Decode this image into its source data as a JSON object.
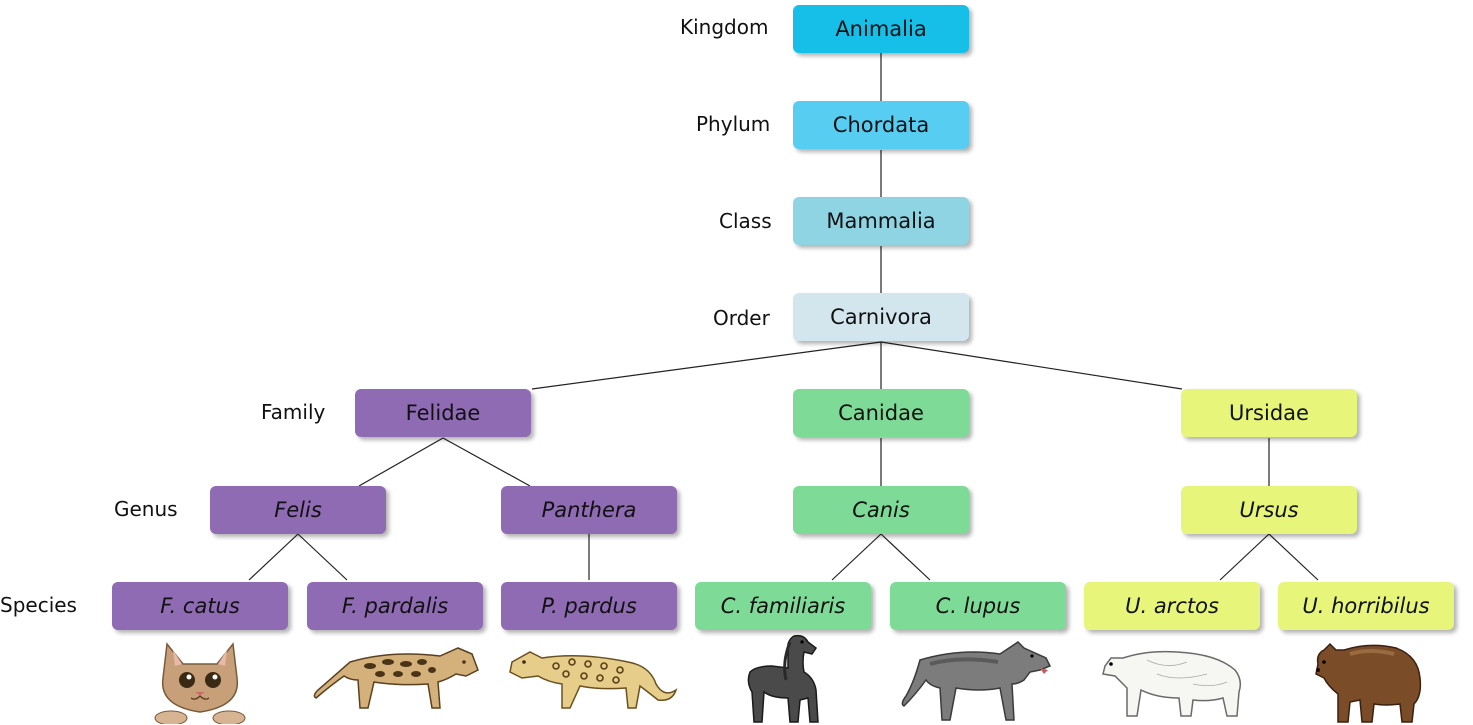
{
  "ranks": {
    "kingdom": "Kingdom",
    "phylum": "Phylum",
    "class": "Class",
    "order": "Order",
    "family": "Family",
    "genus": "Genus",
    "species": "Species"
  },
  "kingdom": {
    "label": "Animalia",
    "color": "#16bfe8"
  },
  "phylum": {
    "label": "Chordata",
    "color": "#58cdf2"
  },
  "class": {
    "label": "Mammalia",
    "color": "#8ed4e2"
  },
  "order": {
    "label": "Carnivora",
    "color": "#d3e6ee"
  },
  "families": [
    {
      "label": "Felidae",
      "color": "#8e6bb3"
    },
    {
      "label": "Canidae",
      "color": "#7edb97"
    },
    {
      "label": "Ursidae",
      "color": "#e7f57a"
    }
  ],
  "genera": [
    {
      "label": "Felis"
    },
    {
      "label": "Panthera"
    },
    {
      "label": "Canis"
    },
    {
      "label": "Ursus"
    }
  ],
  "species": [
    {
      "label": "F. catus",
      "icon": "domestic-cat"
    },
    {
      "label": "F. pardalis",
      "icon": "ocelot"
    },
    {
      "label": "P. pardus",
      "icon": "leopard"
    },
    {
      "label": "C. familiaris",
      "icon": "afghan-hound"
    },
    {
      "label": "C. lupus",
      "icon": "grey-wolf"
    },
    {
      "label": "U. arctos",
      "icon": "polar-bear"
    },
    {
      "label": "U. horribilus",
      "icon": "grizzly-bear"
    }
  ]
}
